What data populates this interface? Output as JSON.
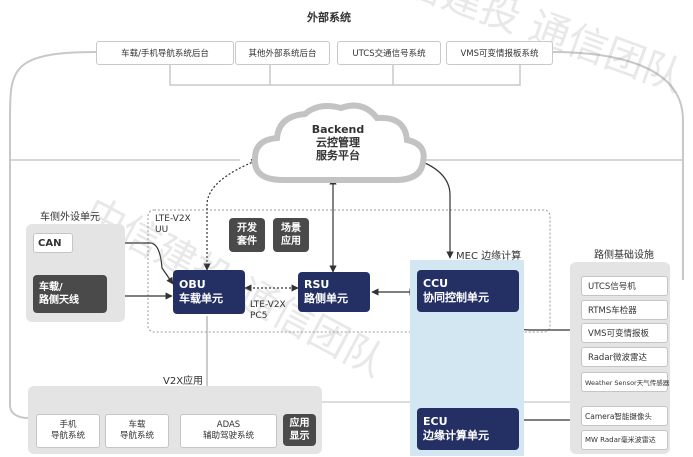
{
  "title": "外部系统",
  "external_systems": [
    "车载/手机导航系统后台",
    "其他外部系统后台",
    "UTCS交通信号系统",
    "VMS可变情报板系统"
  ],
  "cloud": {
    "line1": "Backend",
    "line2": "云控管理",
    "line3": "服务平台"
  },
  "vehicle_peripheral": {
    "label": "车侧外设单元",
    "can": "CAN",
    "antenna_line1": "车载/",
    "antenna_line2": "路侧天线"
  },
  "lte_uu": {
    "line1": "LTE-V2X",
    "line2": "UU"
  },
  "dev_kit": {
    "line1": "开发",
    "line2": "套件"
  },
  "scene_app": {
    "line1": "场景",
    "line2": "应用"
  },
  "obu": {
    "line1": "OBU",
    "line2": "车载单元"
  },
  "rsu": {
    "line1": "RSU",
    "line2": "路侧单元"
  },
  "pc5": {
    "line1": "LTE-V2X",
    "line2": "PC5"
  },
  "mec_label": "MEC 边缘计算",
  "ccu": {
    "line1": "CCU",
    "line2": "协同控制单元"
  },
  "ecu": {
    "line1": "ECU",
    "line2": "边缘计算单元"
  },
  "v2x_apps": {
    "label": "V2X应用",
    "items": [
      {
        "line1": "手机",
        "line2": "导航系统"
      },
      {
        "line1": "车载",
        "line2": "导航系统"
      },
      {
        "line1": "ADAS",
        "line2": "辅助驾驶系统"
      }
    ],
    "display": {
      "line1": "应用",
      "line2": "显示"
    }
  },
  "roadside": {
    "label": "路侧基础设施",
    "items": [
      "UTCS信号机",
      "RTMS车检器",
      "VMS可变情报板",
      "Radar微波雷达",
      "Weather Sensor天气传感器",
      "Camera智能摄像头",
      "MW Radar毫米波雷达"
    ]
  },
  "watermark": "中信建投 通信团队",
  "colors": {
    "navy": "#243064",
    "dark": "#4a4a4a",
    "mec_blue": "#d3e7f3",
    "panel_gray": "#e4e4e4"
  }
}
